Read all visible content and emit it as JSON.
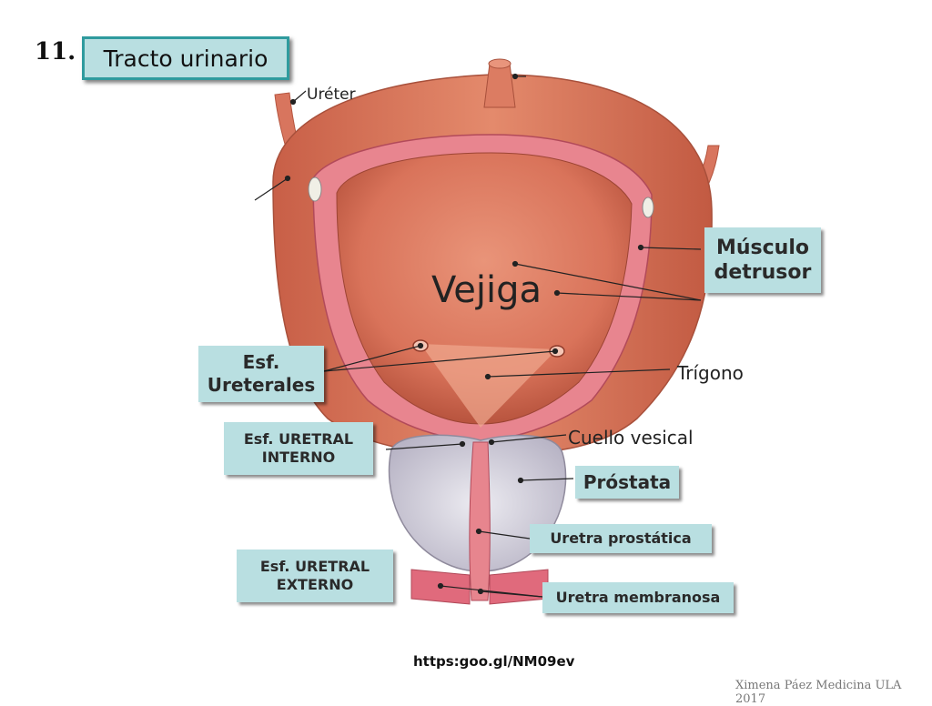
{
  "slide": {
    "number": "11.",
    "title": "Tracto urinario"
  },
  "labels": {
    "ureter": "Uréter",
    "vejiga": "Vejiga",
    "musculo_detrusor_line1": "Músculo",
    "musculo_detrusor_line2": "detrusor",
    "esf_ureterales_line1": "Esf.",
    "esf_ureterales_line2": "Ureterales",
    "trigono": "Trígono",
    "esf_uretral_interno_line1": "Esf. URETRAL",
    "esf_uretral_interno_line2": "INTERNO",
    "cuello_vesical": "Cuello vesical",
    "prostata": "Próstata",
    "uretra_prostatica": "Uretra prostática",
    "esf_uretral_externo_line1": "Esf. URETRAL",
    "esf_uretral_externo_line2": "EXTERNO",
    "uretra_membranosa": "Uretra membranosa"
  },
  "footer": {
    "url": "https:goo.gl/NM09ev",
    "credit": "Ximena Páez Medicina ULA 2017"
  },
  "colors": {
    "label_box": "#b9dfe1",
    "title_border": "#2f9b9e",
    "muscle": "#d9765c",
    "mucosa": "#e2866e",
    "wall_band": "#e8858f",
    "prostate": "#d6d3de"
  }
}
